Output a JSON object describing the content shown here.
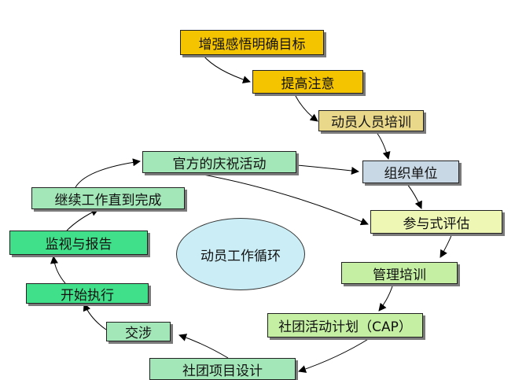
{
  "diagram": {
    "center": {
      "label": "动员工作循环"
    },
    "steps": [
      {
        "id": "step-1",
        "label": "增强感悟明确目标",
        "fill": "#f5c400"
      },
      {
        "id": "step-2",
        "label": "提高注意",
        "fill": "#f5c400"
      },
      {
        "id": "step-3",
        "label": "动员人员培训",
        "fill": "#ead88a"
      },
      {
        "id": "step-4",
        "label": "组织单位",
        "fill": "#c8d8e4"
      },
      {
        "id": "step-5",
        "label": "参与式评估",
        "fill": "#eef8b4"
      },
      {
        "id": "step-6",
        "label": "管理培训",
        "fill": "#c5f0a4"
      },
      {
        "id": "step-7",
        "label": "社团活动计划（CAP）",
        "fill": "#c5f0a4"
      },
      {
        "id": "step-8",
        "label": "社团项目设计",
        "fill": "#a3e7b8"
      },
      {
        "id": "step-9",
        "label": "交涉",
        "fill": "#a3e7b8"
      },
      {
        "id": "step-10",
        "label": "开始执行",
        "fill": "#40e08a"
      },
      {
        "id": "step-11",
        "label": "监视与报告",
        "fill": "#40e08a"
      },
      {
        "id": "step-12",
        "label": "继续工作直到完成",
        "fill": "#a3e7b8"
      },
      {
        "id": "step-13",
        "label": "官方的庆祝活动",
        "fill": "#a3e7b8"
      }
    ]
  }
}
